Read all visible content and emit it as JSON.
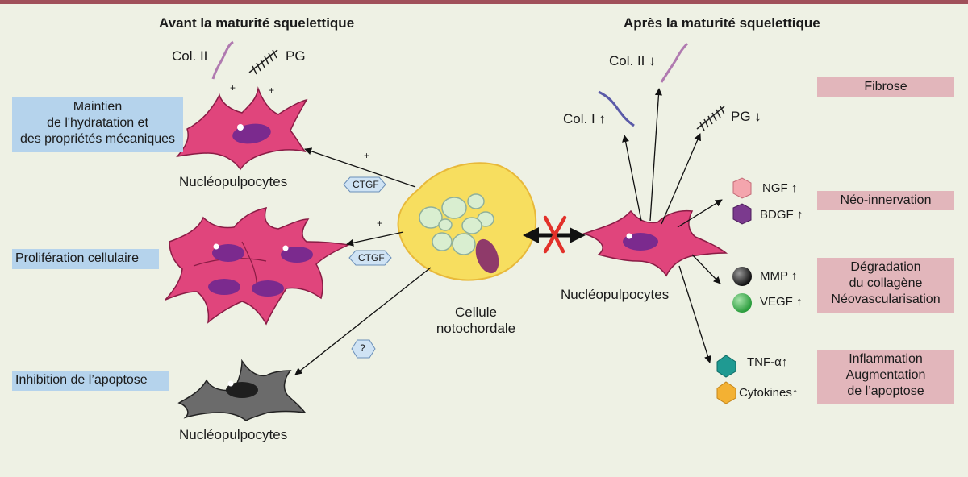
{
  "headers": {
    "left": "Avant la maturité squelettique",
    "right": "Après la maturité squelettique"
  },
  "left": {
    "col2": "Col. II",
    "pg": "PG",
    "plus_marks": [
      "+",
      "+",
      "+",
      "+"
    ],
    "box_maintien": [
      "Maintien",
      "de l'hydratation et",
      "des propriétés mécaniques"
    ],
    "box_proliferation": "Prolifération cellulaire",
    "box_apoptose": "Inhibition de l’apoptose",
    "cell_label": "Nucléopulpocytes",
    "ctgf": "CTGF",
    "question": "?"
  },
  "center": {
    "notochord_label": [
      "Cellule",
      "notochordale"
    ]
  },
  "right": {
    "col2": "Col. II ↓",
    "col1": "Col. I ↑",
    "pg": "PG ↓",
    "cell_label": "Nucléopulpocytes",
    "factors": [
      "NGF ↑",
      "BDGF ↑",
      "MMP ↑",
      "VEGF ↑",
      "TNF-α↑",
      "Cytokines↑"
    ],
    "box_fibrose": "Fibrose",
    "box_innervation": "Néo-innervation",
    "box_degradation": [
      "Dégradation",
      "du collagène",
      "Néovascularisation"
    ],
    "box_inflammation": [
      "Inflammation",
      "Augmentation",
      "de l’apoptose"
    ]
  },
  "colors": {
    "background": "#eef1e4",
    "top_bar": "#a0505a",
    "left_box": "#b5d3ec",
    "right_box": "#e2b6bb",
    "cell_pink": "#e0457c",
    "nucleus": "#7b2a8e",
    "apoptotic_cell": "#6b6b6b",
    "notochord": "#f7de5f",
    "vacuole": "#d9eed0",
    "col1": "#5a5aa8",
    "col2": "#b07ab0",
    "ngf": "#f4a5ad",
    "bdgf": "#7b3a8e",
    "mmp": "#222222",
    "vegf": "#3cae4c",
    "tnf": "#1f9a92",
    "cytokines": "#f3b133"
  }
}
